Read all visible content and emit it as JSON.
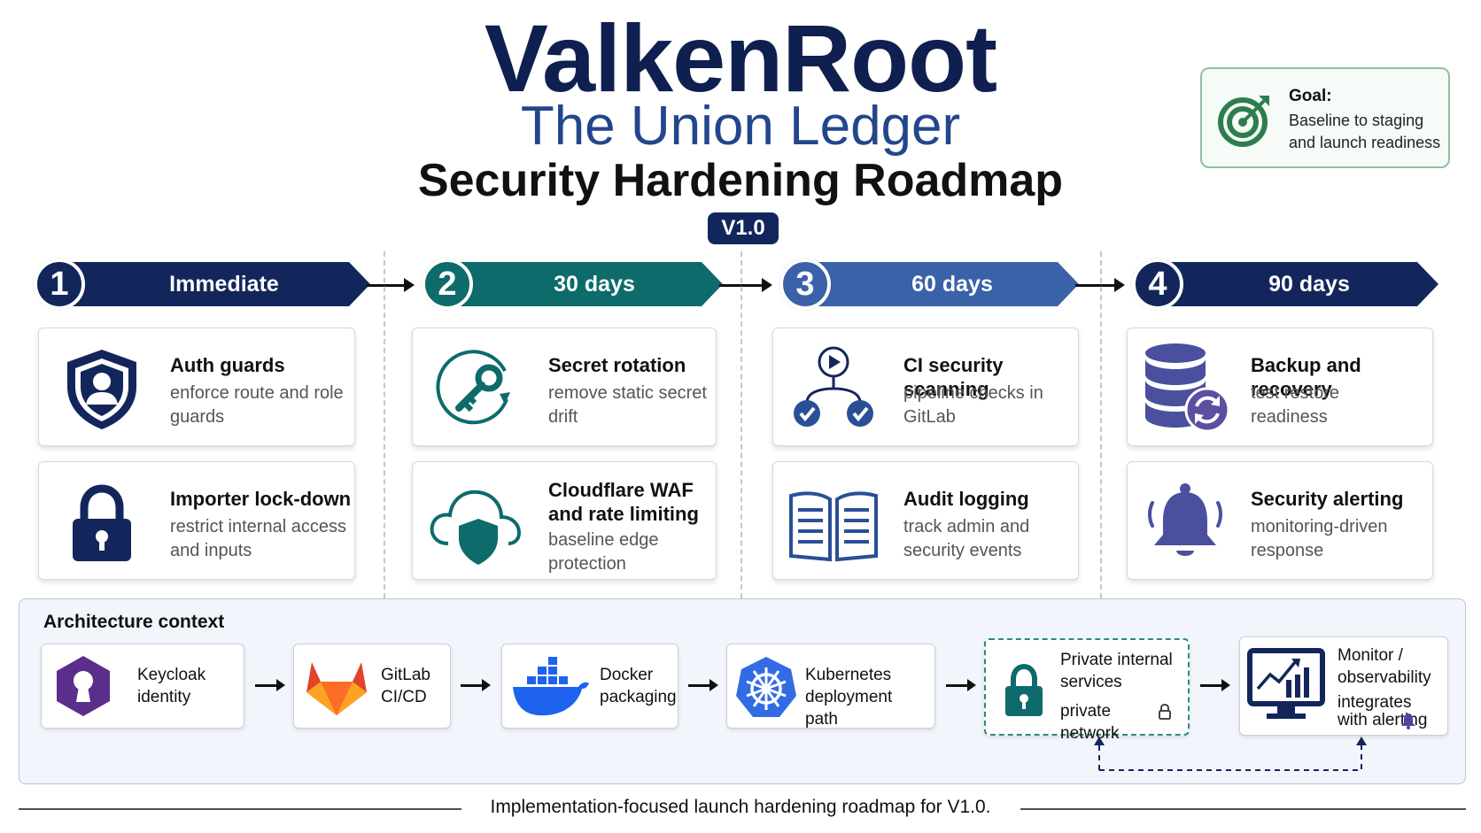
{
  "header": {
    "title": "ValkenRoot",
    "subtitle": "The Union Ledger",
    "roadmap_title": "Security Hardening Roadmap",
    "version": "V1.0"
  },
  "goal": {
    "label": "Goal:",
    "text": "Baseline to staging and launch readiness",
    "icon": "target-icon"
  },
  "phases": [
    {
      "number": "1",
      "label": "Immediate",
      "color": "#13265c"
    },
    {
      "number": "2",
      "label": "30 days",
      "color": "#0e6b6b"
    },
    {
      "number": "3",
      "label": "60 days",
      "color": "#3a62a8"
    },
    {
      "number": "4",
      "label": "90 days",
      "color": "#13265c"
    }
  ],
  "tasks": [
    {
      "title": "Auth guards",
      "desc": "enforce route and role guards",
      "icon": "shield-user-icon"
    },
    {
      "title": "Importer lock-down",
      "desc": "restrict internal access and inputs",
      "icon": "padlock-icon"
    },
    {
      "title": "Secret rotation",
      "desc": "remove static secret drift",
      "icon": "key-rotation-icon"
    },
    {
      "title": "Cloudflare WAF and rate limiting",
      "desc": "baseline edge protection",
      "icon": "cloud-shield-icon"
    },
    {
      "title": "CI security scanning",
      "desc": "pipeline checks in GitLab",
      "icon": "pipeline-check-icon"
    },
    {
      "title": "Audit logging",
      "desc": "track admin and security events",
      "icon": "open-book-icon"
    },
    {
      "title": "Backup and recovery",
      "desc": "test restore readiness",
      "icon": "database-restore-icon"
    },
    {
      "title": "Security alerting",
      "desc": "monitoring-driven response",
      "icon": "bell-icon"
    }
  ],
  "architecture": {
    "heading": "Architecture context",
    "items": [
      {
        "label": "Keycloak identity",
        "icon": "keycloak-icon"
      },
      {
        "label": "GitLab CI/CD",
        "icon": "gitlab-icon"
      },
      {
        "label": "Docker packaging",
        "icon": "docker-icon"
      },
      {
        "label": "Kubernetes deployment path",
        "icon": "kubernetes-icon"
      },
      {
        "label": "Private internal services",
        "sublabel": "private network",
        "icon": "padlock-icon"
      },
      {
        "label": "Monitor / observability",
        "sublabel": "integrates with alerting",
        "icon": "monitor-chart-icon"
      }
    ]
  },
  "footer": "Implementation-focused launch hardening roadmap for V1.0."
}
